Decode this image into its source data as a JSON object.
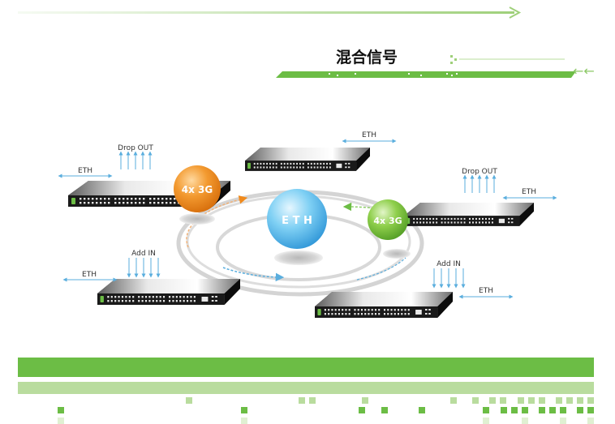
{
  "header": {
    "title": "混合信号",
    "back_arrow_glyph": "←←"
  },
  "diagram": {
    "center_sphere_label": "E T H",
    "sphere_left_label": "4x 3G",
    "sphere_right_label": "4x 3G",
    "labels": {
      "eth": "ETH",
      "drop_out": "Drop OUT",
      "add_in": "Add IN"
    }
  },
  "colors": {
    "brand_green": "#6cbd45",
    "light_green": "#b9dc9e",
    "pale_green": "#e0f0d2",
    "eth_blue": "#3b9fdc",
    "orange": "#f08a1c",
    "sphere_green": "#7cc242",
    "arrow_blue": "#5aaede"
  }
}
